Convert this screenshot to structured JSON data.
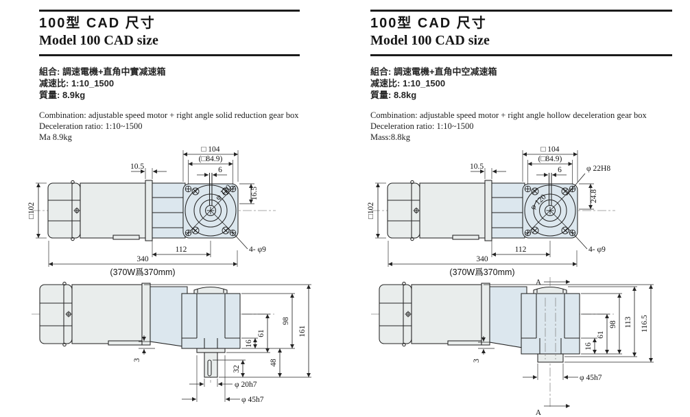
{
  "page": {
    "background": "#ffffff",
    "line_color": "#232323",
    "gear_fill": "#dce7ee",
    "motor_fill": "#e9edec"
  },
  "panels": [
    {
      "title_cn": "100型  CAD 尺寸",
      "title_en": "Model 100  CAD size",
      "spec_cn": {
        "combo": "組合: 調速電機+直角中實减速箱",
        "ratio": "减速比: 1:10_1500",
        "mass": "質量: 8.9kg"
      },
      "spec_en": {
        "combo": "Combination: adjustable speed motor + right angle solid reduction gear box",
        "ratio": "Deceleration ratio: 1:10~1500",
        "mass": "Ma 8.9kg"
      },
      "top": {
        "sq104": "□ 104",
        "sq849": "(□84.9)",
        "k6": "6",
        "off105": "10.5",
        "side165": "16.5",
        "dia120": "φ 120",
        "len112": "112",
        "len340": "340",
        "note": "(370W爲370mm)",
        "holes": "4- φ9",
        "frame": "□102"
      },
      "bottom": {
        "gap3": "3",
        "h16": "16",
        "h61": "61",
        "h98": "98",
        "total": "161",
        "h48": "48",
        "key32": "32",
        "shaft": "φ 20h7",
        "boss": "φ 45h7"
      }
    },
    {
      "title_cn": "100型  CAD 尺寸",
      "title_en": "Model 100  CAD size",
      "spec_cn": {
        "combo": "組合: 調速電機+直角中空减速箱",
        "ratio": "减速比: 1:10_1500",
        "mass": "質量: 8.8kg"
      },
      "spec_en": {
        "combo": "Combination: adjustable speed motor + right angle hollow deceleration gear box",
        "ratio": "Deceleration ratio: 1:10~1500",
        "mass": "Mass:8.8kg"
      },
      "top": {
        "sq104": "□ 104",
        "sq849": "(□84.9)",
        "k6": "6",
        "off105": "10.5",
        "bore": "φ 22H8",
        "side248": "24.8",
        "dia120": "φ 120",
        "len112": "112",
        "len340": "340",
        "note": "(370W爲370mm)",
        "holes": "4- φ9",
        "frame": "□102"
      },
      "bottom": {
        "gap3": "3",
        "h16": "16",
        "h61": "61",
        "h98": "98",
        "h113": "113",
        "total": "116.5",
        "boss": "φ 45h7",
        "sectionA": "A"
      }
    }
  ]
}
